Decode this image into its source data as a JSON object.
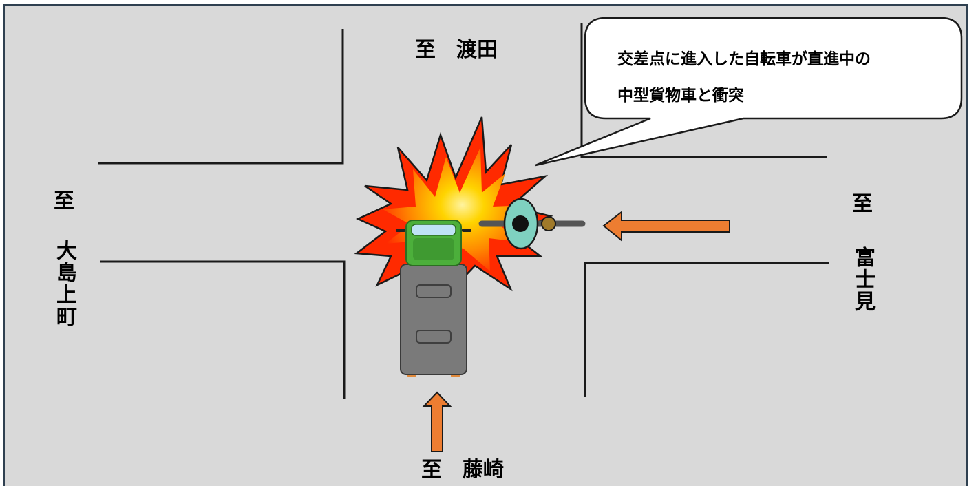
{
  "labels": {
    "north": "至　渡田",
    "south": "至　藤崎",
    "west_to": "至",
    "west_place": "大島上町",
    "east_to": "至",
    "east_place": "富士見"
  },
  "callout": {
    "line1": "交差点に進入した自転車が直進中の",
    "line2": "中型貨物車と衝突"
  },
  "colors": {
    "background": "#d9d9d9",
    "frame_border": "#2f4050",
    "arrow_fill": "#ed7d31",
    "truck_cab": "#4caf3b",
    "truck_body": "#7a7a7a",
    "bicycle_rider": "#7fd1c0",
    "explosion_outer": "#ff2a00",
    "explosion_inner": "#ffd400"
  }
}
